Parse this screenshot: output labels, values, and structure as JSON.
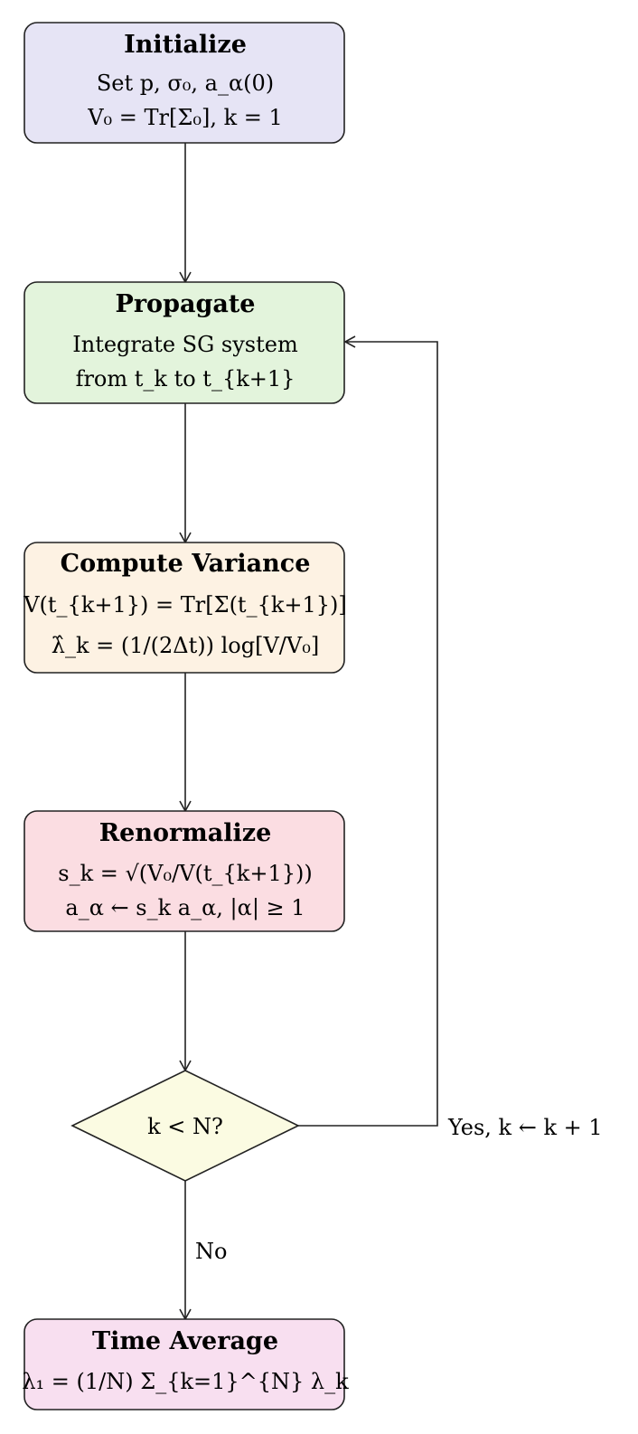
{
  "colors": {
    "stroke": "#222222",
    "initialize_fill": "#e6e4f5",
    "propagate_fill": "#e3f4dc",
    "variance_fill": "#fdf2e3",
    "renormalize_fill": "#fbdde2",
    "decision_fill": "#fbfbe2",
    "average_fill": "#f8dff0"
  },
  "nodes": {
    "initialize": {
      "title": "Initialize",
      "line1": "Set p, σ₀, a_α(0)",
      "line2": "V₀ = Tr[Σ₀], k = 1"
    },
    "propagate": {
      "title": "Propagate",
      "line1": "Integrate SG system",
      "line2": "from t_k to t_{k+1}"
    },
    "compute_variance": {
      "title": "Compute Variance",
      "line1": "V(t_{k+1}) = Tr[Σ(t_{k+1})]",
      "line2": "λ̂_k = (1/(2Δt)) log[V/V₀]"
    },
    "renormalize": {
      "title": "Renormalize",
      "line1": "s_k = √(V₀/V(t_{k+1}))",
      "line2": "a_α ← s_k a_α, |α| ≥ 1"
    },
    "decision": {
      "label": "k < N?"
    },
    "time_average": {
      "title": "Time Average",
      "line1": "λ₁ = (1/N) Σ_{k=1}^{N} λ_k"
    }
  },
  "edges": {
    "yes_label": "Yes, k ← k + 1",
    "no_label": "No"
  }
}
